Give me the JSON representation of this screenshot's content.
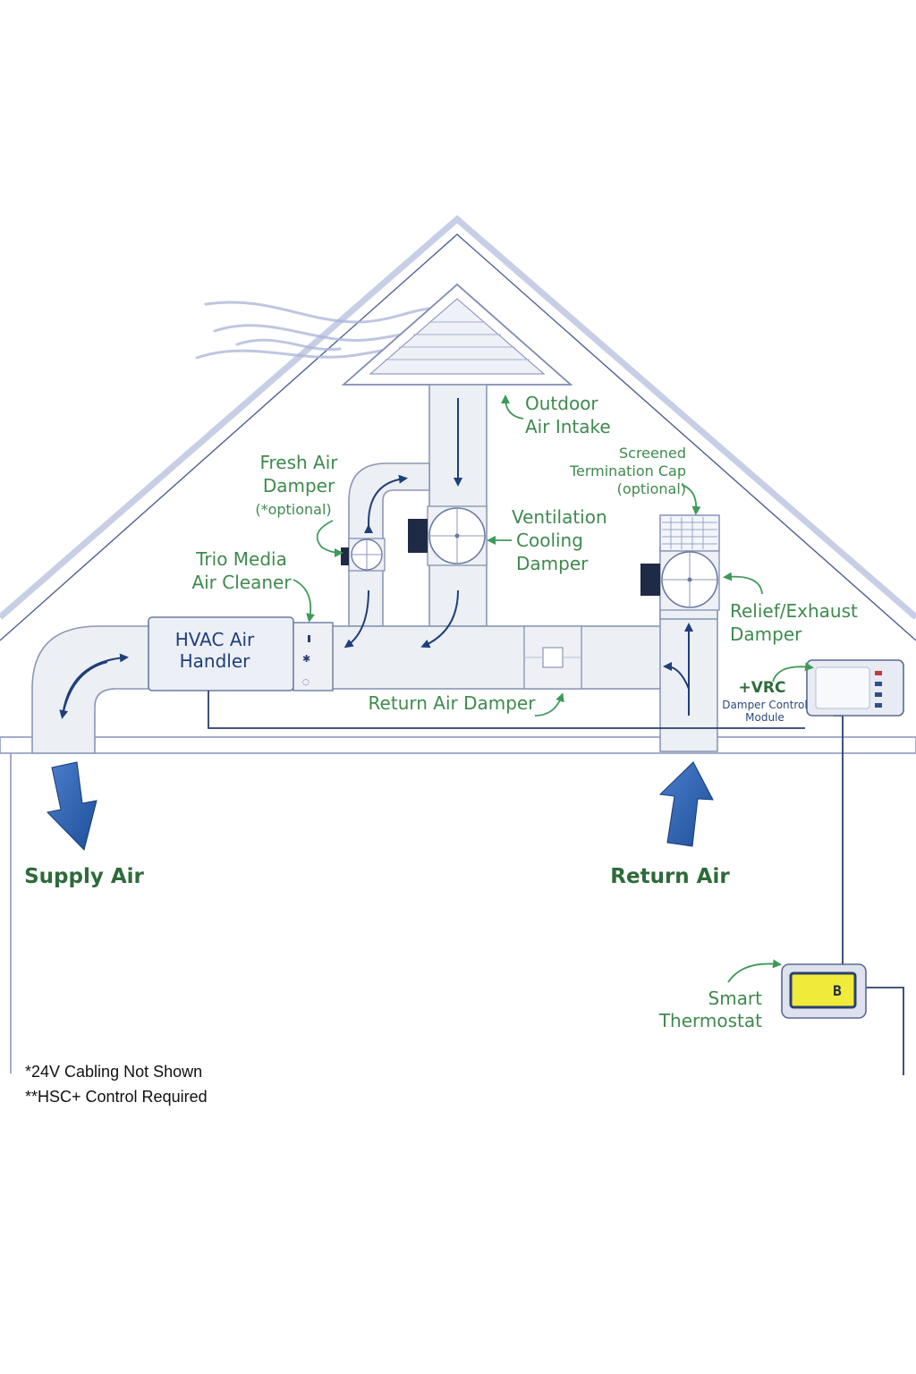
{
  "labels": {
    "outdoor_air_intake": [
      "Outdoor",
      "Air Intake"
    ],
    "fresh_air_damper": [
      "Fresh Air",
      "Damper",
      "(*optional)"
    ],
    "screened_termination_cap": [
      "Screened",
      "Termination Cap",
      "(optional)"
    ],
    "ventilation_cooling_damper": [
      "Ventilation",
      "Cooling",
      "Damper"
    ],
    "trio_media_air_cleaner": [
      "Trio Media",
      "Air Cleaner"
    ],
    "relief_exhaust_damper": [
      "Relief/Exhaust",
      "Damper"
    ],
    "hvac_air_handler": [
      "HVAC Air",
      "Handler"
    ],
    "vrc": "+VRC",
    "vrc_sub": [
      "Damper Control",
      "Module"
    ],
    "return_air_damper": "Return Air Damper",
    "supply_air": "Supply Air",
    "return_air": "Return Air",
    "smart_thermostat": [
      "Smart",
      "Thermostat"
    ],
    "thermostat_display": "B"
  },
  "notes": [
    "*24V Cabling Not Shown",
    "**HSC+ Control Required"
  ],
  "colors": {
    "roof": "#c7cee6",
    "duct": "#eceff4",
    "label_green": "#3f8a4e",
    "navy": "#1f3f78",
    "airflow_arrow": "#2a5ca8",
    "thermostat_screen": "#f0ea3a"
  }
}
